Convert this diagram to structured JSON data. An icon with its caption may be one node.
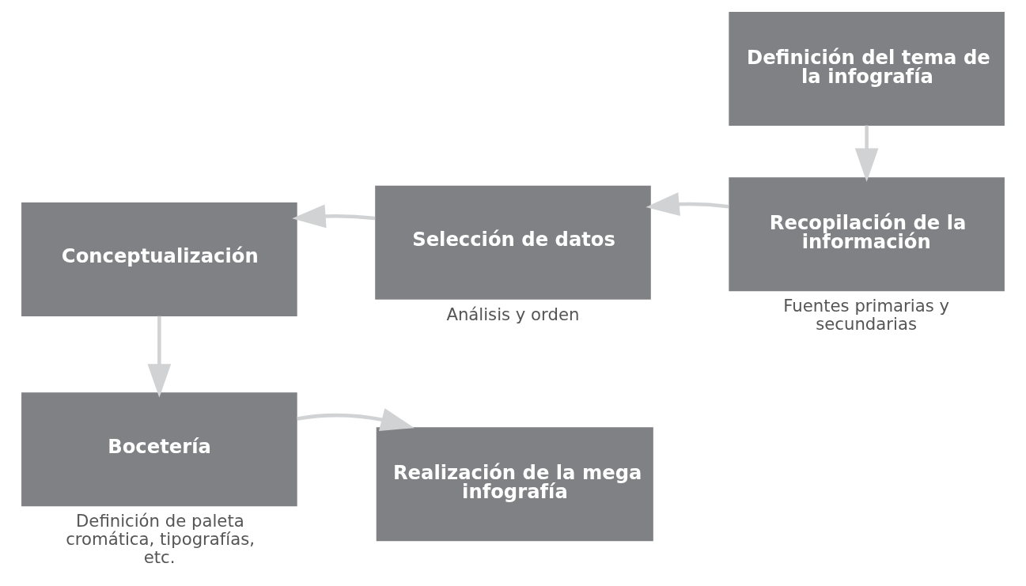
{
  "diagram": {
    "nodes": [
      {
        "text": [
          "Definición del tema de la infografía"
        ]
      },
      {
        "text": [
          "Recopilación de la información"
        ],
        "beside": [
          "Fuentes primarias y secundarias"
        ]
      },
      {
        "text": [
          "Selección de datos"
        ],
        "beside": [
          "Análisis y orden"
        ]
      },
      {
        "text": [
          "Conceptualización"
        ]
      },
      {
        "text": [
          "Bocetería"
        ],
        "beside": [
          "Definición de paleta cromática, tipografías, etc."
        ]
      },
      {
        "text": [
          "Realización de la mega infografía"
        ]
      }
    ],
    "edges": [
      {
        "from": 0,
        "to": 1,
        "arrow": "to"
      },
      {
        "from": 1,
        "to": 2,
        "arrow": "to"
      },
      {
        "from": 2,
        "to": 3,
        "arrow": "to"
      },
      {
        "from": 3,
        "to": 4,
        "arrow": "to"
      },
      {
        "from": 4,
        "to": 5,
        "arrow": "to"
      }
    ]
  }
}
